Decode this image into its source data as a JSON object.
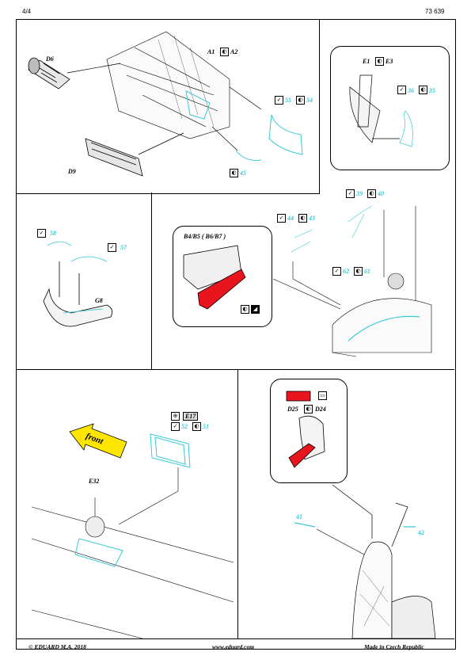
{
  "header": {
    "page": "4/4",
    "code": "73 639"
  },
  "labels": {
    "d6": "D6",
    "a1": "A1",
    "a2": "A2",
    "d9": "D9",
    "e1": "E1",
    "e3": "E3",
    "b_parts": "B4/B5 ( B6/B7 )",
    "g8": "G8",
    "d25": "D25",
    "d24": "D24",
    "e32": "E32",
    "e17": "E17",
    "front": "front"
  },
  "numbers": [
    "55",
    "54",
    "45",
    "36",
    "35",
    "58",
    "57",
    "44",
    "43",
    "39",
    "40",
    "62",
    "61",
    "52",
    "51",
    "41",
    "42"
  ],
  "footer": {
    "copyright": "© EDUARD  M.A. 2018",
    "url": "www.eduard.com",
    "origin": "Made in Czech Republic"
  },
  "colors": {
    "photo_etch": "#38c8d8",
    "paint_red": "#e8141e",
    "arrow_yellow": "#ffe600",
    "line": "#000000"
  },
  "icons": {
    "bend": "check-bend-icon",
    "fold": "fold-icon",
    "paint": "paint-icon",
    "glue": "glue-icon"
  }
}
